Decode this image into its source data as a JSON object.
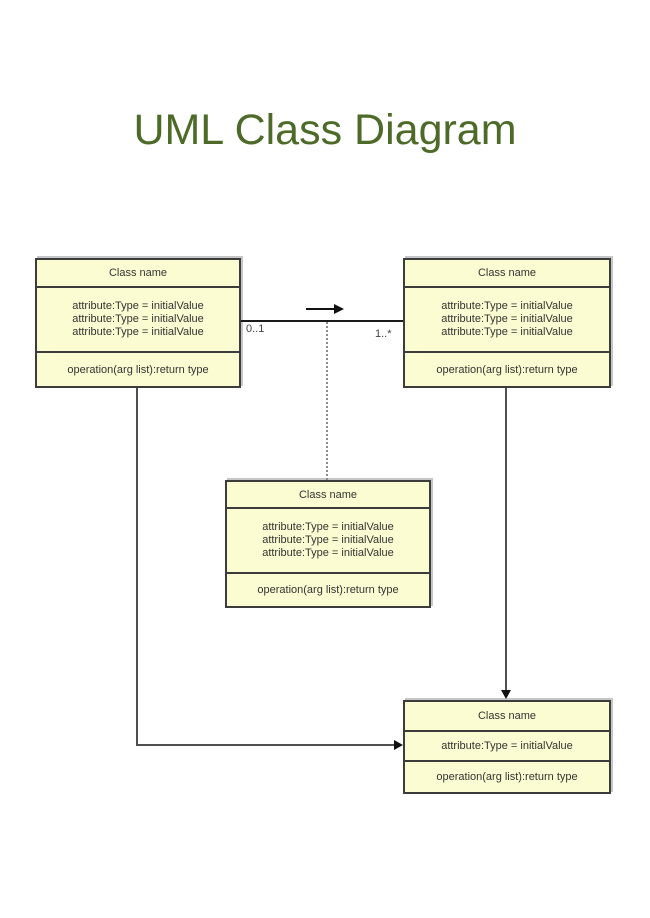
{
  "page": {
    "title": "UML Class Diagram"
  },
  "classes": [
    {
      "position": "top-left",
      "name": "Class name",
      "attributes": [
        "attribute:Type = initialValue",
        "attribute:Type = initialValue",
        "attribute:Type = initialValue"
      ],
      "operations": [
        "operation(arg list):return type"
      ]
    },
    {
      "position": "top-right",
      "name": "Class name",
      "attributes": [
        "attribute:Type = initialValue",
        "attribute:Type = initialValue",
        "attribute:Type = initialValue"
      ],
      "operations": [
        "operation(arg list):return type"
      ]
    },
    {
      "position": "middle",
      "name": "Class name",
      "attributes": [
        "attribute:Type = initialValue",
        "attribute:Type = initialValue",
        "attribute:Type = initialValue"
      ],
      "operations": [
        "operation(arg list):return type"
      ]
    },
    {
      "position": "bottom-right",
      "name": "Class name",
      "attributes": [
        "attribute:Type = initialValue"
      ],
      "operations": [
        "operation(arg list):return type"
      ]
    }
  ],
  "connectors": {
    "association": {
      "between": [
        "top-left",
        "top-right"
      ],
      "multiplicity_left": "0..1",
      "multiplicity_right": "1..*",
      "direction_arrow": "right"
    },
    "dotted_link": {
      "between": [
        "association-midpoint",
        "middle"
      ],
      "style": "dotted"
    },
    "left_path": {
      "between": [
        "top-left",
        "bottom-right"
      ],
      "arrowhead": "right"
    },
    "right_path": {
      "between": [
        "top-right",
        "bottom-right"
      ],
      "arrowhead": "down"
    }
  },
  "colors": {
    "title": "#4d6a28",
    "class_fill": "#fcfcd2",
    "class_border": "#3c3c3c",
    "connector_line": "#4f4f4f",
    "association_line": "#1a1a1a",
    "dotted_line": "#8a8a8a",
    "shadow": "#c6c6c6",
    "text": "#333333",
    "background": "#ffffff"
  }
}
